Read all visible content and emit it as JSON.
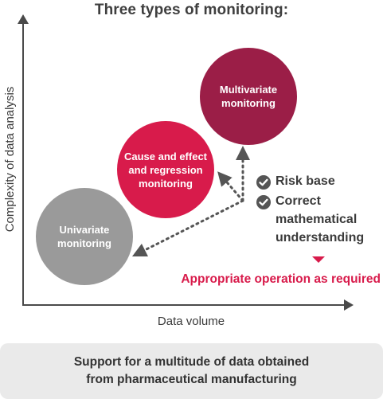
{
  "title": "Three types of monitoring:",
  "axes": {
    "y_label": "Complexity of data analysis",
    "x_label": "Data volume"
  },
  "circles": {
    "univariate": {
      "label": "Univariate\nmonitoring",
      "color": "#9a9a9a"
    },
    "cause_effect": {
      "label": "Cause and effect\nand regression\nmonitoring",
      "color": "#d81b4b"
    },
    "multivariate": {
      "label": "Multivariate\nmonitoring",
      "color": "#9b1e47"
    }
  },
  "checks": [
    {
      "icon": "checkmark-icon",
      "label": "Risk base"
    },
    {
      "icon": "checkmark-icon",
      "label": "Correct\nmathematical\nunderstanding"
    }
  ],
  "result": {
    "label": "Appropriate operation as required",
    "color": "#d81b4b"
  },
  "support": {
    "label": "Support for a multitude of data obtained\nfrom pharmaceutical manufacturing"
  },
  "colors": {
    "axis": "#4a4a4a",
    "text": "#3b3b3b",
    "support_bg": "#eaeaea",
    "accent": "#d81b4b"
  }
}
